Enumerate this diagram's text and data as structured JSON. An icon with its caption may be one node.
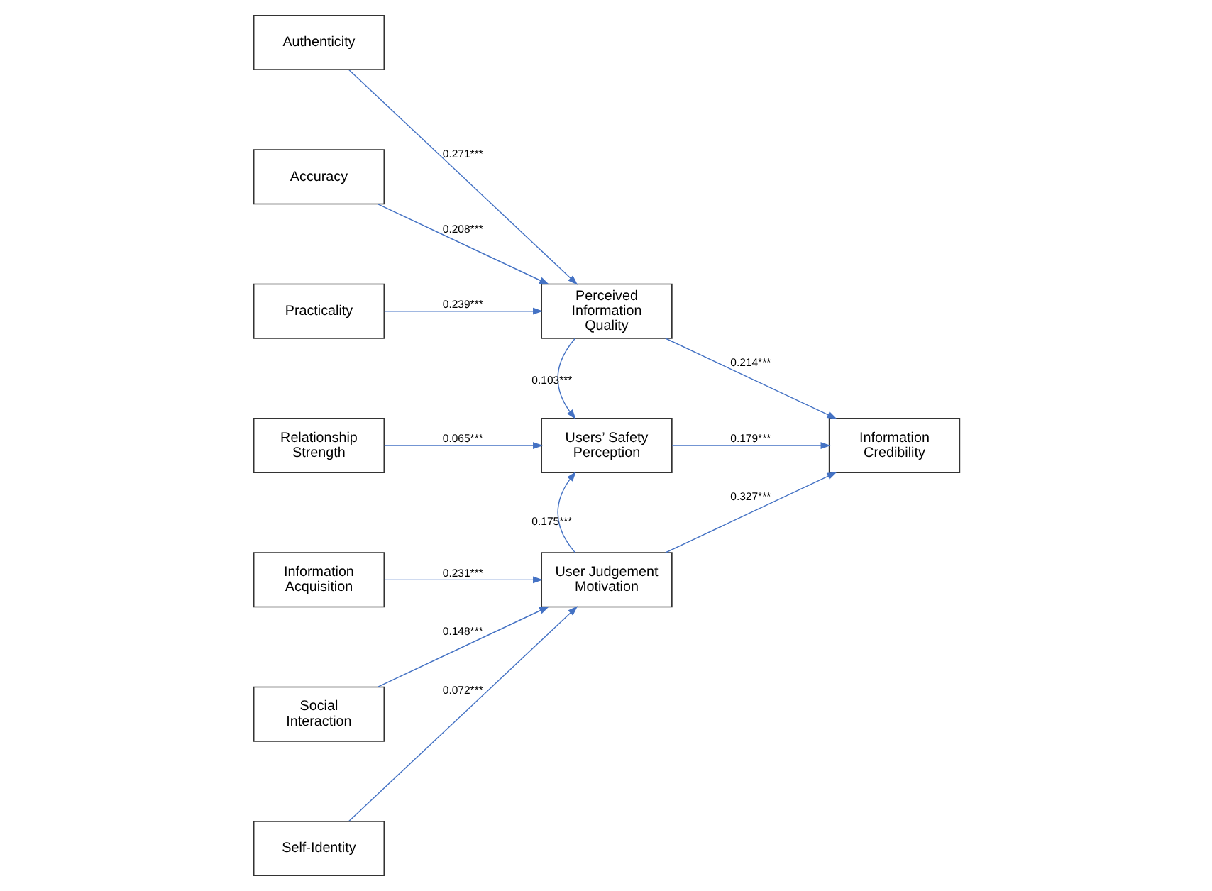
{
  "diagram": {
    "nodes": [
      {
        "text": [
          "Authenticity"
        ]
      },
      {
        "text": [
          "Accuracy"
        ]
      },
      {
        "text": [
          "Practicality"
        ]
      },
      {
        "text": [
          "Perceived Information Quality"
        ]
      },
      {
        "text": [
          "Relationship Strength"
        ]
      },
      {
        "text": [
          "Users’ Safety Perception"
        ]
      },
      {
        "text": [
          "Information Credibility"
        ]
      },
      {
        "text": [
          "Information Acquisition"
        ]
      },
      {
        "text": [
          "Social Interaction"
        ]
      },
      {
        "text": [
          "User Judgement Motivation"
        ]
      },
      {
        "text": [
          "Self-Identity"
        ]
      }
    ],
    "edges": [
      {
        "from": 0,
        "to": 3,
        "arrow": "to",
        "label": "0.271***"
      },
      {
        "from": 1,
        "to": 3,
        "arrow": "to",
        "label": "0.208***"
      },
      {
        "from": 2,
        "to": 3,
        "arrow": "to",
        "label": "0.239***"
      },
      {
        "from": 3,
        "to": 5,
        "arrow": "to",
        "label": "0.103***"
      },
      {
        "from": 3,
        "to": 6,
        "arrow": "to",
        "label": "0.214***"
      },
      {
        "from": 4,
        "to": 5,
        "arrow": "to",
        "label": "0.065***"
      },
      {
        "from": 5,
        "to": 6,
        "arrow": "to",
        "label": "0.179***"
      },
      {
        "from": 9,
        "to": 5,
        "arrow": "to",
        "label": "0.175***"
      },
      {
        "from": 9,
        "to": 6,
        "arrow": "to",
        "label": "0.327***"
      },
      {
        "from": 7,
        "to": 9,
        "arrow": "to",
        "label": "0.231***"
      },
      {
        "from": 8,
        "to": 9,
        "arrow": "to",
        "label": "0.148***"
      },
      {
        "from": 10,
        "to": 9,
        "arrow": "to",
        "label": "0.072***"
      }
    ]
  }
}
